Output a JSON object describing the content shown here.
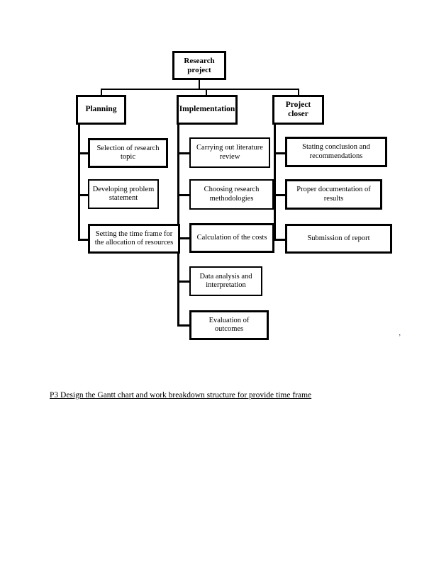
{
  "document": {
    "caption": "P3 Design the Gantt chart and work breakdown structure for provide time frame",
    "stray_mark": "’"
  },
  "diagram": {
    "type": "work-breakdown-structure",
    "root": {
      "label": "Research project"
    },
    "branches": [
      {
        "id": "planning",
        "label": "Planning",
        "children": [
          {
            "label": "Selection of research topic"
          },
          {
            "label": "Developing problem statement"
          },
          {
            "label": "Setting the time frame for the allocation of resources"
          }
        ]
      },
      {
        "id": "implementation",
        "label": "Implementation",
        "children": [
          {
            "label": "Carrying out literature review"
          },
          {
            "label": "Choosing research methodologies"
          },
          {
            "label": "Calculation of the costs"
          },
          {
            "label": "Data analysis and interpretation"
          },
          {
            "label": "Evaluation of outcomes"
          }
        ]
      },
      {
        "id": "project-closer",
        "label": "Project closer",
        "children": [
          {
            "label": "Stating conclusion and recommendations"
          },
          {
            "label": "Proper documentation of results"
          },
          {
            "label": "Submission of report"
          }
        ]
      }
    ],
    "colors": {
      "line": "#000000",
      "box_fill": "#ffffff",
      "text": "#000000"
    }
  }
}
